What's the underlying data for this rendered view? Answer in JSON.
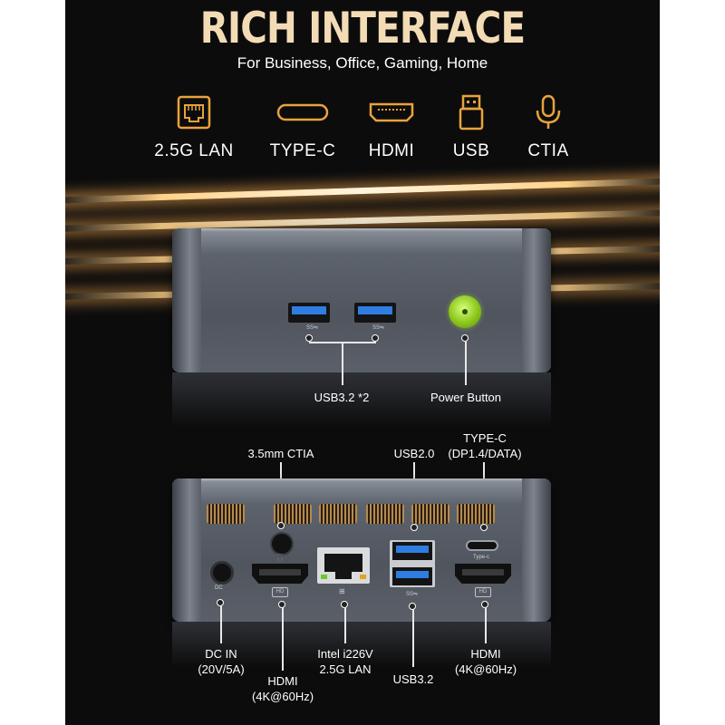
{
  "header": {
    "title": "RICH INTERFACE",
    "subtitle": "For Business, Office, Gaming, Home"
  },
  "ports_row": [
    {
      "icon": "ethernet-icon",
      "label": "2.5G LAN"
    },
    {
      "icon": "type-c-icon",
      "label": "TYPE-C"
    },
    {
      "icon": "hdmi-icon",
      "label": "HDMI"
    },
    {
      "icon": "usb-icon",
      "label": "USB"
    },
    {
      "icon": "microphone-icon",
      "label": "CTIA"
    }
  ],
  "front": {
    "usb_callout": "USB3.2 *2",
    "power_callout": "Power Button",
    "usb_marks": [
      "SS⇋",
      "SS⇋"
    ]
  },
  "back": {
    "top_callouts": {
      "ctia": "3.5mm CTIA",
      "usb2": "USB2.0",
      "typec_line1": "TYPE-C",
      "typec_line2": "(DP1.4/DATA)"
    },
    "bottom_callouts": {
      "dc_line1": "DC IN",
      "dc_line2": "(20V/5A)",
      "hdmi1_line1": "HDMI",
      "hdmi1_line2": "(4K@60Hz)",
      "lan_line1": "Intel i226V",
      "lan_line2": "2.5G LAN",
      "usb32": "USB3.2",
      "hdmi2_line1": "HDMI",
      "hdmi2_line2": "(4K@60Hz)"
    },
    "marks": {
      "dc": "DC",
      "typec": "Type-c",
      "hd": "HD",
      "usb_ss": "SS⇋"
    }
  },
  "colors": {
    "title": "#f3dcb5",
    "usb_blue": "#2f7de0",
    "power_green": "#9ad51f",
    "vent": "#b58b4f",
    "background": "#0c0c0d"
  }
}
